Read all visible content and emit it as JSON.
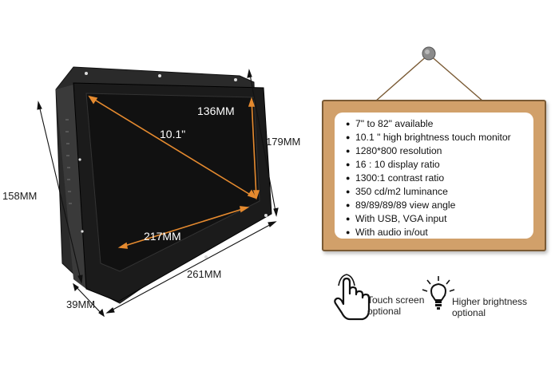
{
  "dimensions": {
    "diagonal": "10.1\"",
    "height_outer": "179MM",
    "height_left": "158MM",
    "width_inner": "136MM",
    "width_screen": "217MM",
    "width_outer": "261MM",
    "depth": "39MM"
  },
  "specs": [
    "7\" to 82\" available",
    "10.1 \" high brightness touch monitor",
    "1280*800 resolution",
    "16 : 10 display ratio",
    "1300:1 contrast ratio",
    "350 cd/m2 luminance",
    "89/89/89/89 view angle",
    "With USB, VGA input",
    "With audio in/out"
  ],
  "options": {
    "touch": {
      "line1": "Touch screen",
      "line2": "optional"
    },
    "brightness": {
      "line1": "Higher brightness",
      "line2": "optional"
    }
  },
  "colors": {
    "dimension_line": "#e58a2f",
    "board_frame": "#d1a06a",
    "monitor_body": "#1e1e1e"
  }
}
